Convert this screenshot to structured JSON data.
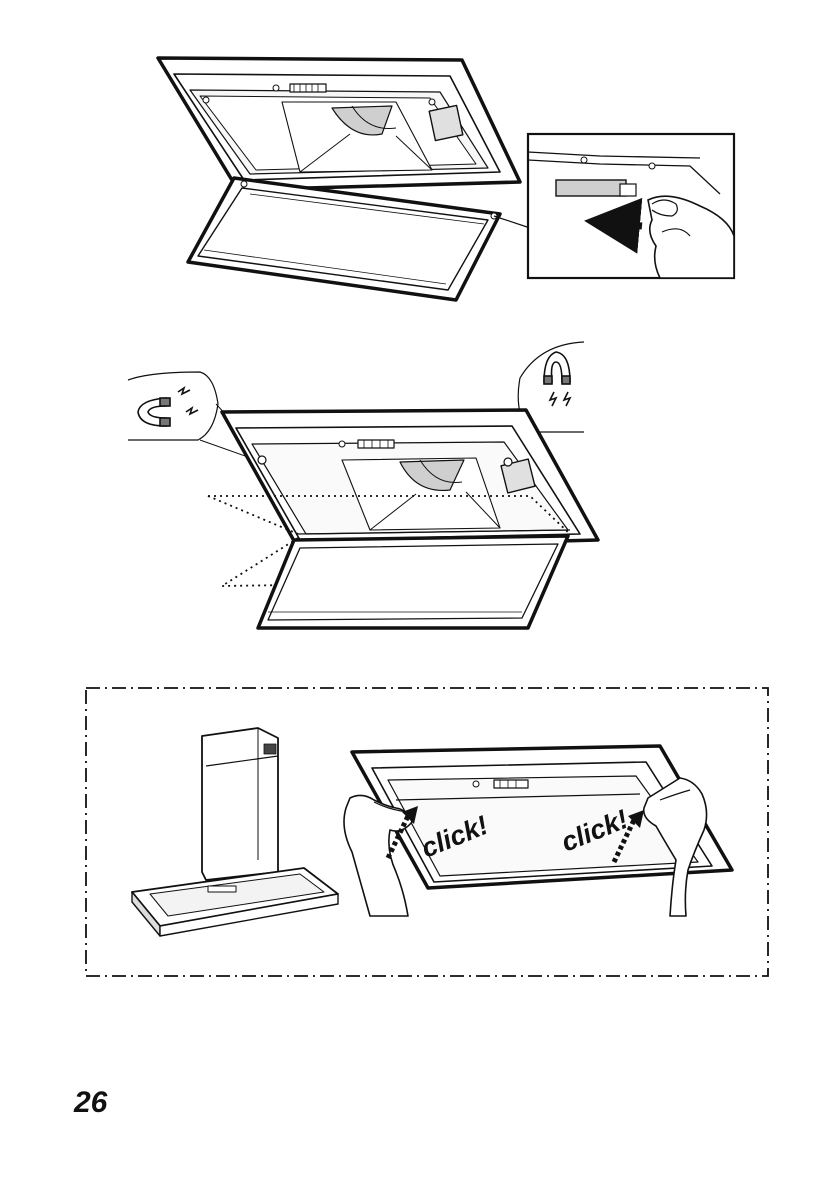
{
  "figures": {
    "step1": {
      "icons": [
        "hood-canopy",
        "filter-panel",
        "latch-detail-hand",
        "push-arrow"
      ]
    },
    "step2": {
      "icons": [
        "magnet",
        "magnet",
        "hood-canopy",
        "filter-panel-outline"
      ]
    },
    "step3": {
      "icons": [
        "chimney-hood",
        "hands",
        "hood-canopy"
      ],
      "click_left": "click!",
      "click_right": "click!"
    }
  },
  "footer": {
    "page_number": "26"
  },
  "colors": {
    "ink": "#111111",
    "paper": "#ffffff",
    "shade": "#d9d9d9",
    "hand": "#ffffff"
  }
}
